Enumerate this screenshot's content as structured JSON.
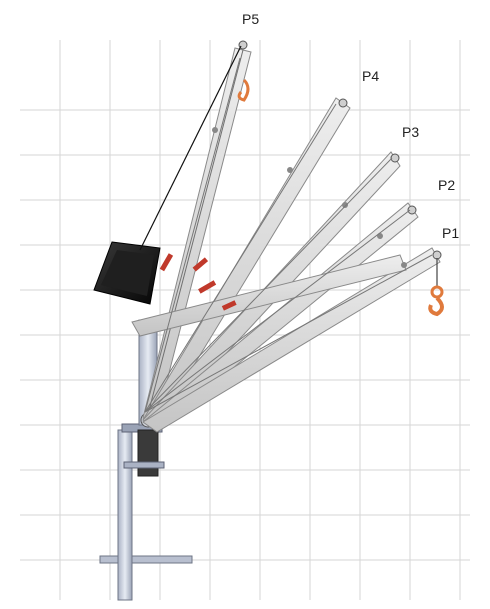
{
  "positions": [
    {
      "label": "P1"
    },
    {
      "label": "P2"
    },
    {
      "label": "P3"
    },
    {
      "label": "P4"
    },
    {
      "label": "P5"
    }
  ],
  "colors": {
    "boom": "#d9d9d9",
    "boom_dark": "#9e9e9e",
    "hook": "#e07a3c",
    "brand_mark": "#c0392b",
    "grid": "#c9c9c9",
    "mast": "#c8d0e0",
    "counterweight": "#151515"
  }
}
